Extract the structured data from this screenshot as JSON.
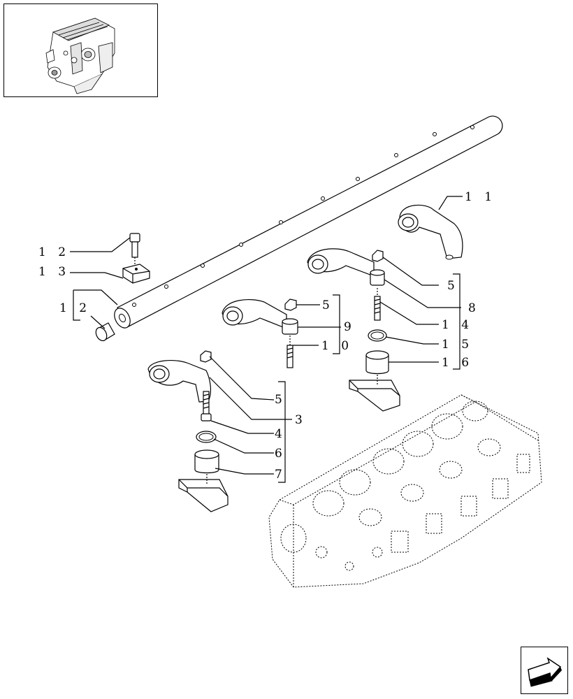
{
  "thumbnail": {
    "icon": "engine-icon"
  },
  "navigation": {
    "icon": "next-page-arrow-icon"
  },
  "callouts": {
    "c1": "1 1",
    "c2": "1 2",
    "c3": "1 3",
    "c4": "1 2",
    "c5": "5",
    "c6": "8",
    "c7": "5",
    "c8": "9",
    "c9": "1 4",
    "c10": "1 0",
    "c11": "1 5",
    "c12": "1 6",
    "c13": "5",
    "c14": "3",
    "c15": "4",
    "c16": "6",
    "c17": "7"
  }
}
